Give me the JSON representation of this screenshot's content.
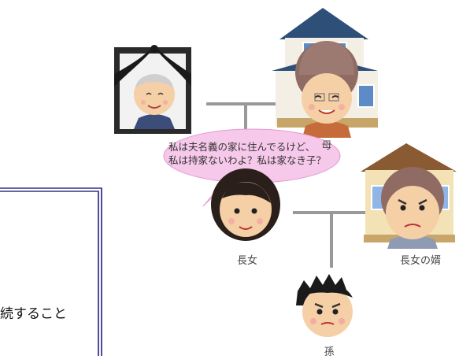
{
  "speech_bubble": {
    "line1": "私は夫名義の家に住んでるけど、",
    "line2": "私は持家ないわよ？私は家なき子？"
  },
  "labels": {
    "mother": "母",
    "eldest_daughter": "長女",
    "son_in_law": "長女の婿",
    "grandchild": "孫"
  },
  "partial_text": "続すること",
  "colors": {
    "bubble_fill": "#f6c8ea",
    "bubble_stroke": "#e49ad3",
    "connector": "#999999",
    "frame_border": "#33338a"
  }
}
